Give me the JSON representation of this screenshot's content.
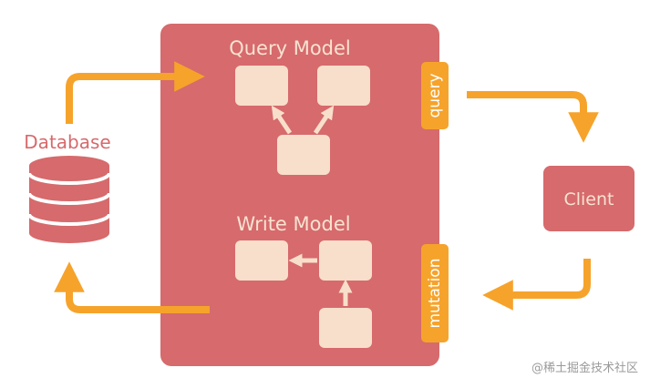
{
  "diagram": {
    "database_label": "Database",
    "query_model_label": "Query Model",
    "write_model_label": "Write Model",
    "query_tab_label": "query",
    "mutation_tab_label": "mutation",
    "client_label": "Client",
    "watermark": "@稀土掘金技术社区"
  },
  "colors": {
    "panel": "#d66a6c",
    "node": "#f8dfcb",
    "arrow": "#f6a32b",
    "tab": "#f6a32b",
    "database": "#d66a6c",
    "label_light": "#f8e3d2"
  }
}
